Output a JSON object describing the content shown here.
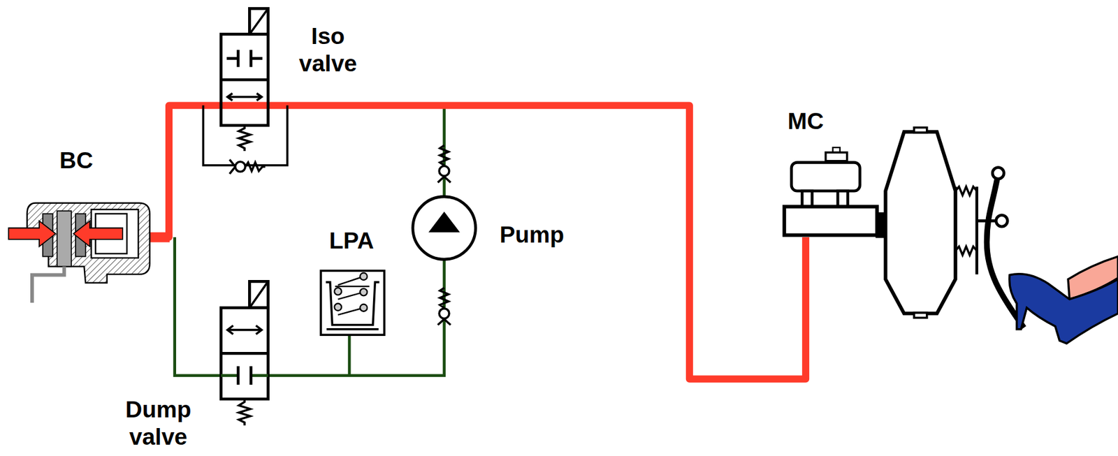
{
  "diagram": {
    "labels": [
      "Iso valve",
      "BC",
      "MC",
      "LPA",
      "Pump",
      "Dump valve"
    ]
  }
}
